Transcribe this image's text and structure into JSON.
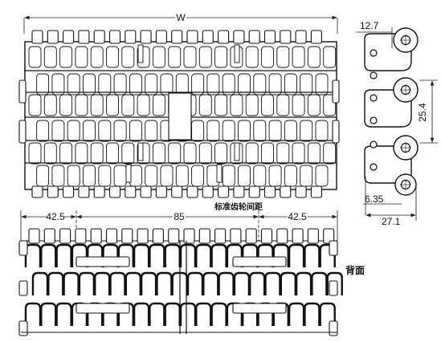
{
  "top_view": {
    "width_label": "W"
  },
  "side_view": {
    "pitch_top": "12.7",
    "pitch_main": "25.4",
    "hole_offset": "6.35",
    "overall_width": "27.1"
  },
  "bottom_view": {
    "caption": "标准齿轮间距",
    "spacing_left": "42.5",
    "spacing_middle": "85",
    "spacing_right": "42.5",
    "back_label": "背面"
  }
}
